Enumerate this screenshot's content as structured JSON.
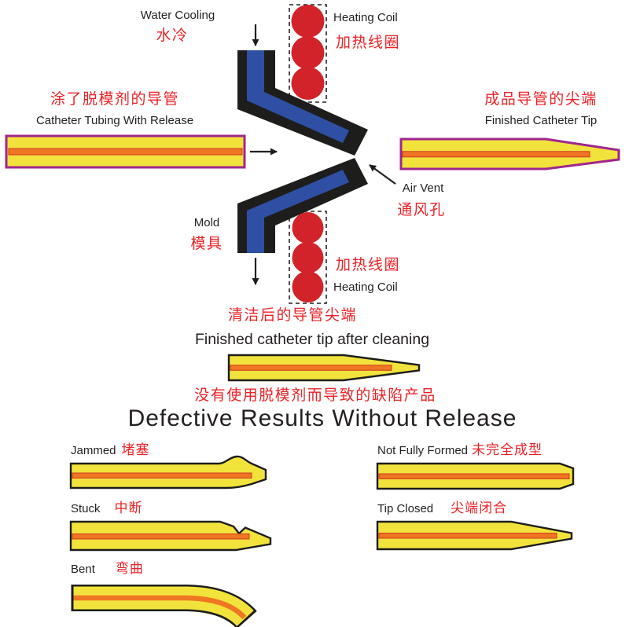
{
  "title": "Catheter tip forming process diagram",
  "colors": {
    "background": "#ffffff",
    "red_label": "#ec2227",
    "text_black": "#231f20",
    "coil_red": "#d2232a",
    "tube_yellow": "#f2e33c",
    "tube_outline_magenta": "#a0268f",
    "tube_outline_black": "#1d1d1b",
    "stripe_orange": "#ef7622",
    "stripe_edge_red": "#cf3a22",
    "mold_black": "#1d1d1b",
    "mold_channel_blue": "#2e4fa3"
  },
  "process": {
    "water_cooling": {
      "en": "Water Cooling",
      "zh": "水冷"
    },
    "heating_coil_top": {
      "en": "Heating Coil",
      "zh": "加热线圈"
    },
    "tubing": {
      "zh": "涂了脱模剂的导管",
      "en": "Catheter Tubing With Release"
    },
    "finished_tip": {
      "zh": "成品导管的尖端",
      "en": "Finished Catheter Tip"
    },
    "air_vent": {
      "en": "Air Vent",
      "zh": "通风孔"
    },
    "mold": {
      "en": "Mold",
      "zh": "模具"
    },
    "heating_coil_bottom": {
      "zh": "加热线圈",
      "en": "Heating Coil"
    },
    "cleaned": {
      "zh": "清洁后的导管尖端",
      "en": "Finished catheter tip after cleaning"
    }
  },
  "defects": {
    "title": {
      "zh": "没有使用脱模剂而导致的缺陷产品",
      "en": "Defective Results Without Release"
    },
    "jammed": {
      "en": "Jammed",
      "zh": "堵塞"
    },
    "stuck": {
      "en": "Stuck",
      "zh": "中断"
    },
    "bent": {
      "en": "Bent",
      "zh": "弯曲"
    },
    "not_fully_formed": {
      "en": "Not Fully Formed",
      "zh": "未完全成型"
    },
    "tip_closed": {
      "en": "Tip Closed",
      "zh": "尖端闭合"
    }
  }
}
